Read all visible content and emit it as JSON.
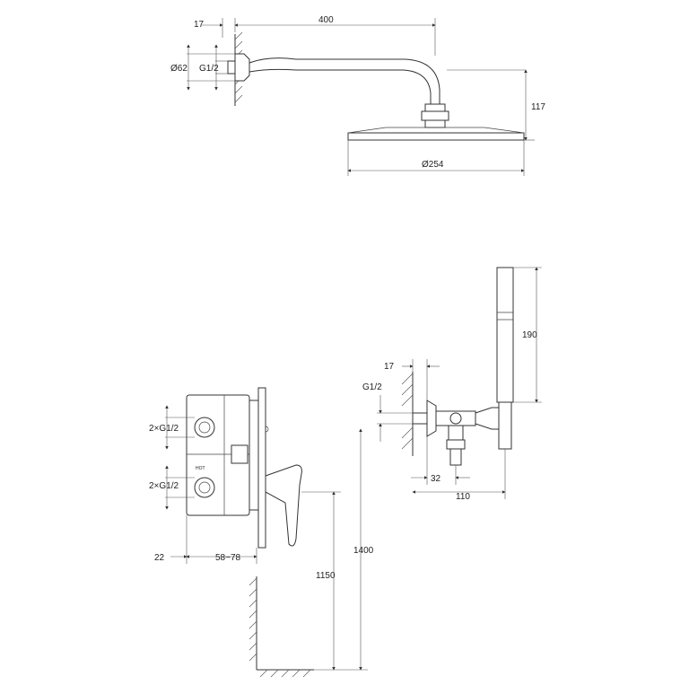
{
  "shower_head": {
    "dims": {
      "wall_offset": "17",
      "arm_length": "400",
      "flange_diameter": "Ø62",
      "thread": "G1/2",
      "drop": "117",
      "head_diameter": "Ø254"
    }
  },
  "mixer_valve": {
    "dims": {
      "upper_ports": "2×G1/2",
      "lower_ports": "2×G1/2",
      "handle_depth": "22",
      "body_depth": "58~78",
      "height_1150": "1150",
      "height_1400": "1400"
    },
    "stamp": "HOT"
  },
  "hand_shower": {
    "dims": {
      "wall_offset": "17",
      "thread": "G1/2",
      "handset_length": "190",
      "outlet_offset": "32",
      "projection": "110"
    }
  }
}
